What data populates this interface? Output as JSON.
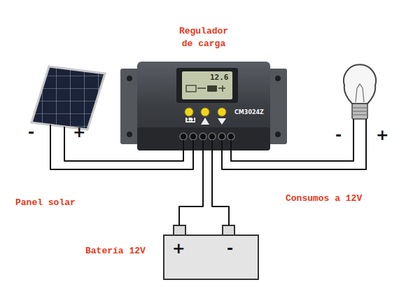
{
  "diagram": {
    "nodes": [
      {
        "text": [
          "Regulador de carga",
          "12.6",
          "CM3024Z"
        ]
      },
      {
        "text": [
          "Panel solar"
        ]
      },
      {
        "text": [
          "Batería 12V",
          "+",
          "-"
        ]
      },
      {
        "text": [
          "Consumos a 12V"
        ]
      }
    ],
    "edges": [
      {
        "from": 1,
        "to": 0,
        "arrow": "none"
      },
      {
        "from": 1,
        "to": 0,
        "arrow": "none"
      },
      {
        "from": 0,
        "to": 2,
        "arrow": "none"
      },
      {
        "from": 0,
        "to": 2,
        "arrow": "none"
      },
      {
        "from": 0,
        "to": 3,
        "arrow": "none"
      },
      {
        "from": 0,
        "to": 3,
        "arrow": "none"
      }
    ],
    "labels": [
      "-",
      "+",
      "-",
      "+",
      "1.1"
    ]
  }
}
